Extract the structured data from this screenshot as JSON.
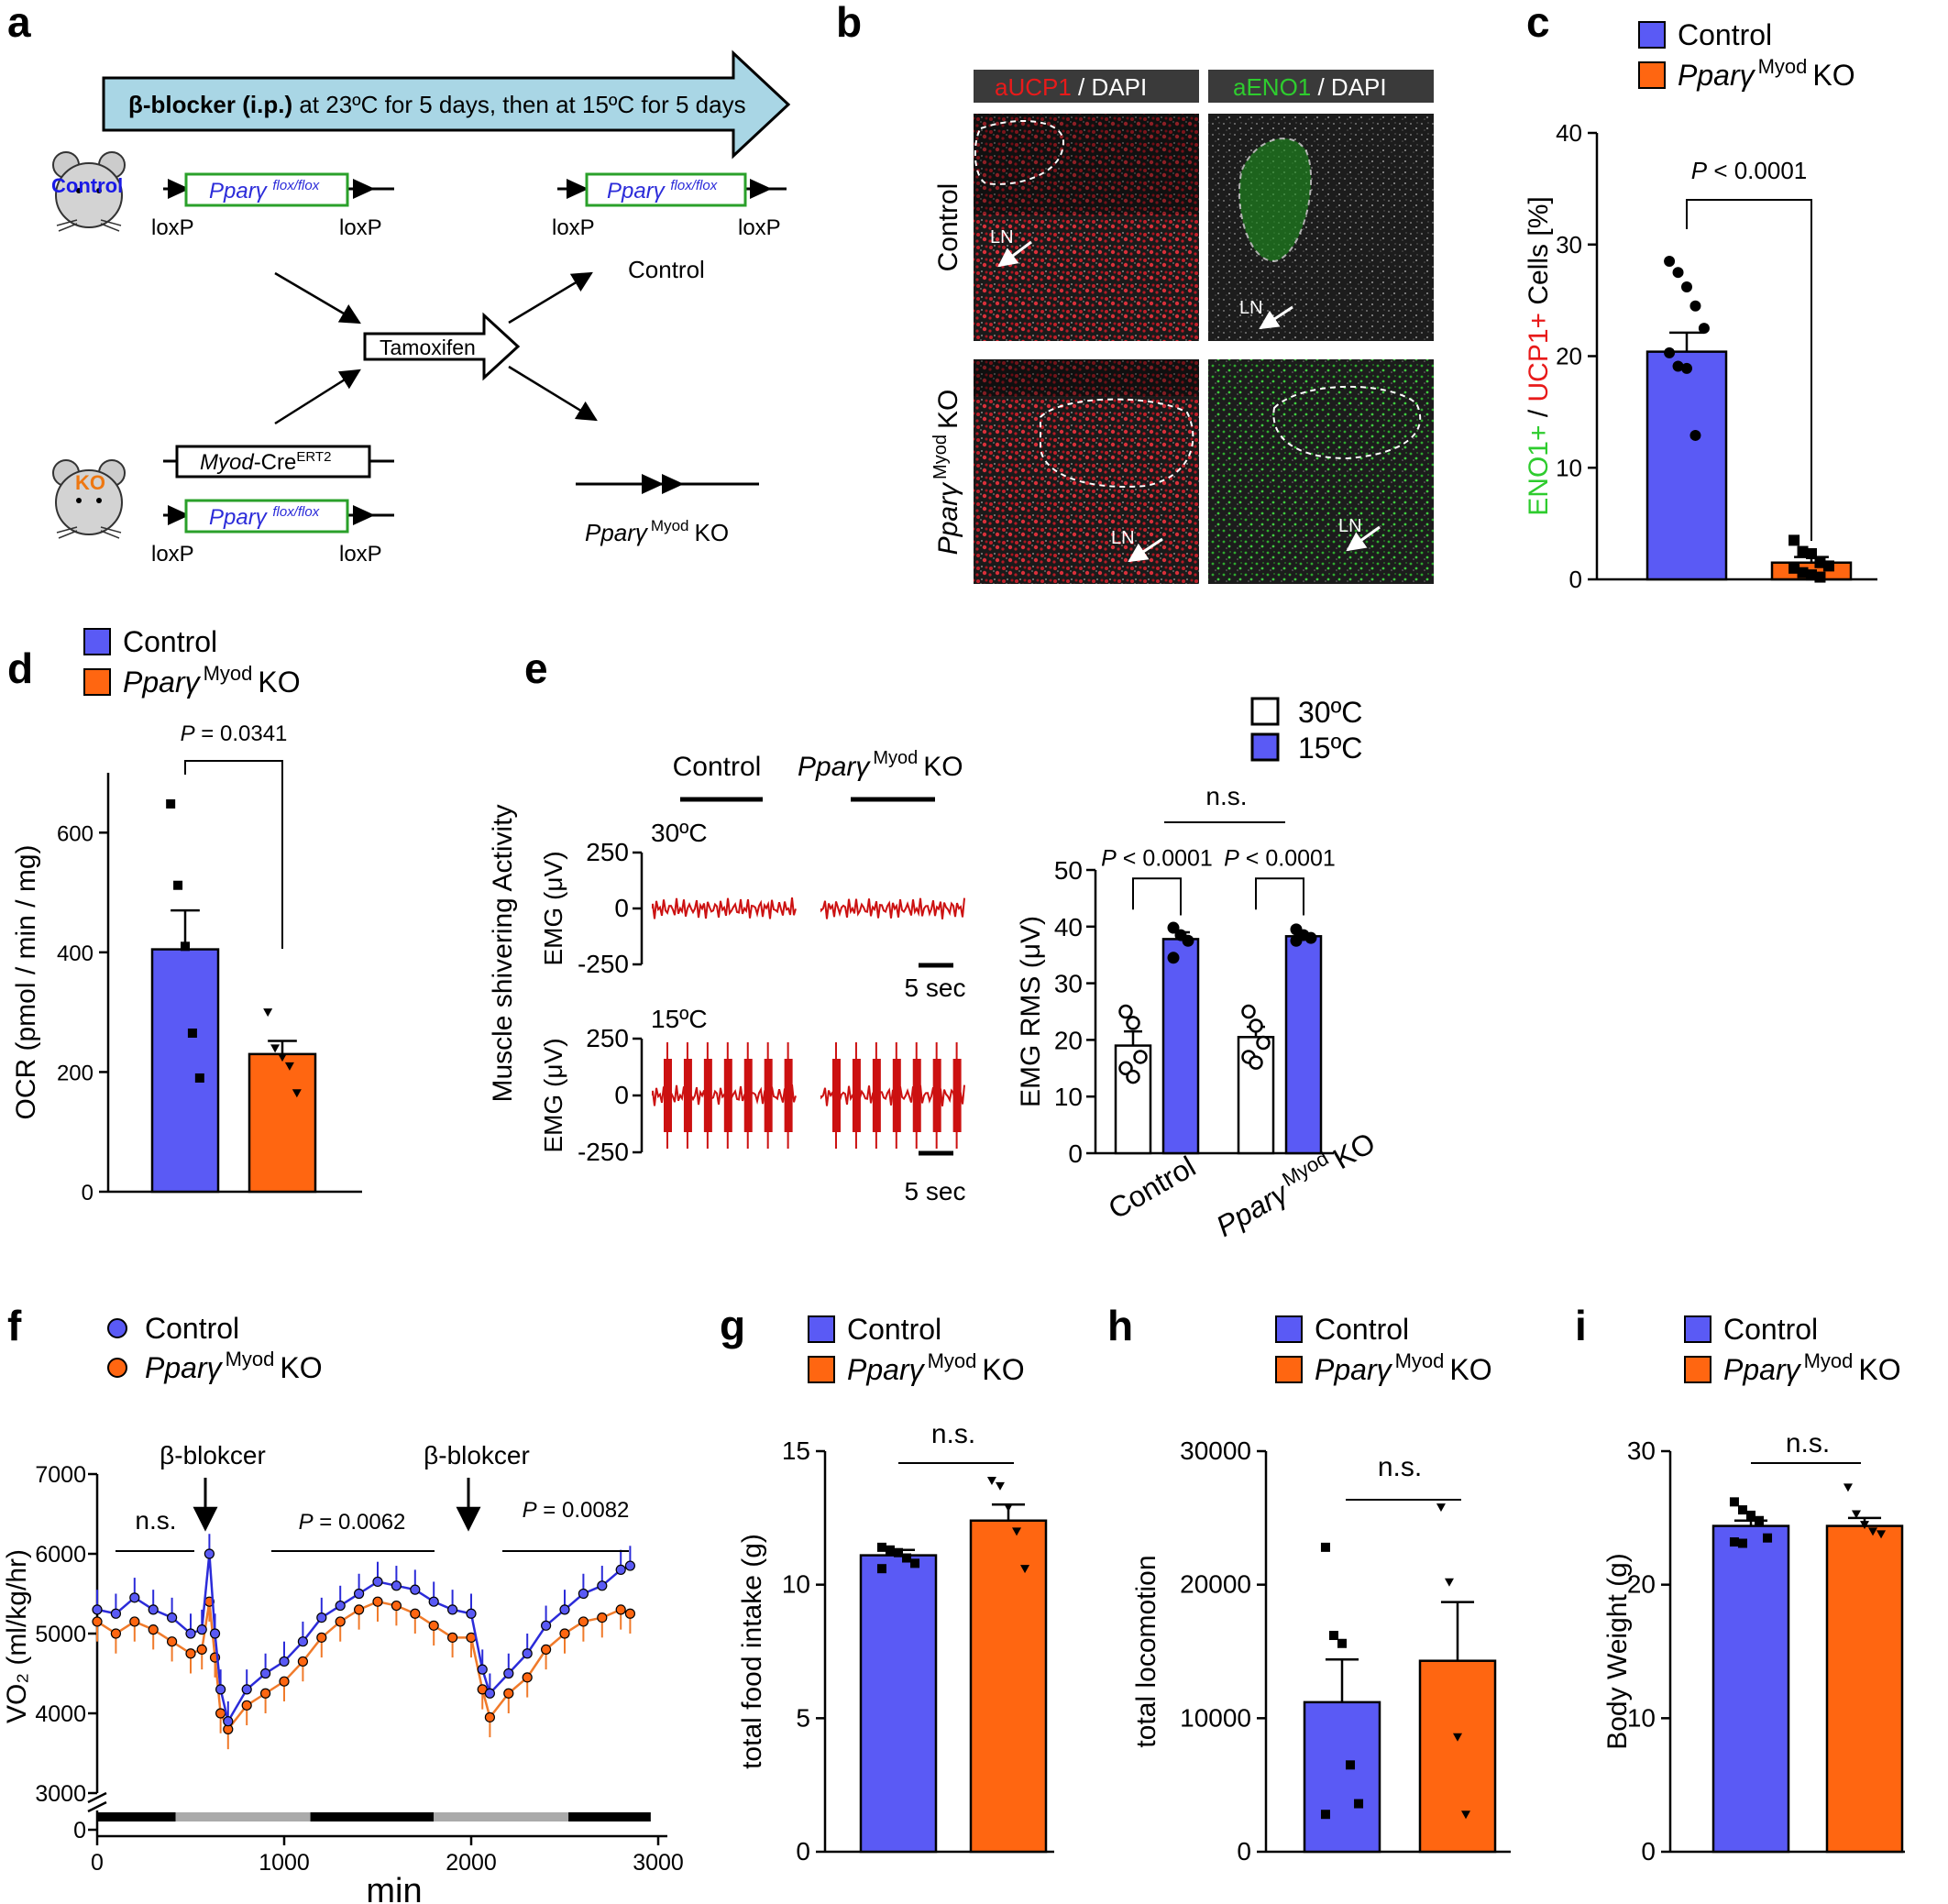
{
  "colors": {
    "control": "#5a5af5",
    "ko": "#ff6611",
    "control_line": "#2b2bd9",
    "ko_line": "#f07a2a",
    "trace": "#cc1111",
    "arrow_fill": "#a9d6e5",
    "green": "#2ecc2e",
    "red": "#e81a1a",
    "blue_text": "#1a1ae6",
    "orange_text": "#ee7711"
  },
  "common": {
    "control": "Control",
    "ko_gene": "Pparγ",
    "ko_sup": "Myod",
    "ko_suffix": "KO",
    "ns": "n.s.",
    "ln": "LN"
  },
  "panels": {
    "a": {
      "letter": "a",
      "arrow_bold": "β-blocker (i.p.)",
      "arrow_text": " at 23ºC for 5 days, then at 15ºC for 5 days",
      "mouse_control": "Control",
      "mouse_ko": "KO",
      "allele": "Pparγ",
      "allele_sup": "flox/flox",
      "loxp": "loxP",
      "tamoxifen": "Tamoxifen",
      "cre_it": "Myod",
      "cre": "-Cre",
      "cre_sup": "ERT2",
      "result_control": "Control"
    },
    "b": {
      "letter": "b",
      "header1_colored": "aUCP1",
      "header1_rest": " / DAPI",
      "header2_colored": "aENO1",
      "header2_rest": " / DAPI",
      "row1": "Control"
    },
    "c": {
      "letter": "c"
    },
    "d": {
      "letter": "d"
    },
    "e": {
      "letter": "e",
      "t30": "30ºC",
      "t15": "15ºC",
      "five_sec": "5 sec"
    },
    "f": {
      "letter": "f",
      "blocker1": "β-blokcer",
      "blocker2": "β-blokcer",
      "p1": "P = 0.0062",
      "p2": "P = 0.0082"
    },
    "g": {
      "letter": "g"
    },
    "h": {
      "letter": "h"
    },
    "i": {
      "letter": "i"
    }
  },
  "chart_data": [
    {
      "id": "c",
      "type": "bar",
      "ylabel_parts": [
        "ENO1+",
        " / ",
        "UCP1+",
        " Cells [%]"
      ],
      "ylim": [
        0,
        40
      ],
      "yticks": [
        0,
        10,
        20,
        30,
        40
      ],
      "categories": [
        "Control",
        "Pparγ Myod KO"
      ],
      "values": [
        20.4,
        1.5
      ],
      "errors": [
        1.7,
        0.5
      ],
      "points": [
        [
          28.5,
          27.5,
          26.2,
          24.5,
          22.5,
          20.3,
          19.1,
          18.9,
          12.9
        ],
        [
          3.5,
          2.5,
          2.3,
          1.5,
          1.2,
          1.0,
          0.6,
          0.4,
          0.2
        ]
      ],
      "annotation": "P < 0.0001"
    },
    {
      "id": "d",
      "type": "bar",
      "ylabel": "OCR (pmol / min / mg)",
      "ylim": [
        0,
        700
      ],
      "yticks": [
        0,
        200,
        400,
        600
      ],
      "categories": [
        "Control",
        "Pparγ Myod KO"
      ],
      "values": [
        405,
        230
      ],
      "errors": [
        65,
        22
      ],
      "points": [
        [
          648,
          512,
          410,
          265,
          190
        ],
        [
          300,
          240,
          225,
          210,
          165
        ]
      ],
      "annotation": "P = 0.0341"
    },
    {
      "id": "e",
      "type": "bar",
      "ylabel": "EMG RMS (μV)",
      "ylim": [
        0,
        50
      ],
      "yticks": [
        0,
        10,
        20,
        30,
        40,
        50
      ],
      "categories": [
        "Control",
        "Pparγ Myod KO"
      ],
      "series": [
        {
          "name": "30ºC",
          "values": [
            19,
            20.5
          ],
          "errors": [
            2.5,
            1.8
          ],
          "points": [
            [
              25,
              23,
              17,
              15,
              13.5
            ],
            [
              25,
              22.5,
              19.5,
              17,
              16
            ]
          ]
        },
        {
          "name": "15ºC",
          "values": [
            37.8,
            38.3
          ],
          "errors": [
            1.2,
            0.5
          ],
          "points": [
            [
              39.8,
              38.5,
              37.5,
              34.5
            ],
            [
              39.5,
              38.5,
              38,
              37.5
            ]
          ]
        }
      ],
      "annotations": [
        "P < 0.0001",
        "P < 0.0001",
        "n.s."
      ]
    },
    {
      "id": "e_traces",
      "type": "line",
      "ylabel": "Muscle shivering Activity",
      "trace_ylabel": "EMG (μV)",
      "yticks": [
        250,
        0,
        -250
      ]
    },
    {
      "id": "f",
      "type": "line",
      "xlabel": "min",
      "ylabel": "VO₂ (ml/kg/hr)",
      "xlim": [
        0,
        3000
      ],
      "xticks": [
        0,
        1000,
        2000,
        3000
      ],
      "ylim": [
        3000,
        7000
      ],
      "yticks": [
        3000,
        4000,
        5000,
        6000,
        7000
      ],
      "ybreak_tick": 0,
      "series": [
        {
          "name": "Control",
          "x": [
            0,
            100,
            200,
            300,
            400,
            500,
            560,
            600,
            630,
            660,
            700,
            800,
            900,
            1000,
            1100,
            1200,
            1300,
            1400,
            1500,
            1600,
            1700,
            1800,
            1900,
            2000,
            2060,
            2100,
            2200,
            2300,
            2400,
            2500,
            2600,
            2700,
            2800,
            2850
          ],
          "y": [
            5300,
            5250,
            5450,
            5300,
            5200,
            5000,
            5050,
            6000,
            5000,
            4300,
            3900,
            4300,
            4500,
            4650,
            4900,
            5200,
            5350,
            5500,
            5650,
            5600,
            5550,
            5400,
            5300,
            5250,
            4550,
            4250,
            4500,
            4750,
            5100,
            5300,
            5500,
            5600,
            5800,
            5850
          ]
        },
        {
          "name": "Pparγ Myod KO",
          "x": [
            0,
            100,
            200,
            300,
            400,
            500,
            560,
            600,
            630,
            660,
            700,
            800,
            900,
            1000,
            1100,
            1200,
            1300,
            1400,
            1500,
            1600,
            1700,
            1800,
            1900,
            2000,
            2060,
            2100,
            2200,
            2300,
            2400,
            2500,
            2600,
            2700,
            2800,
            2850
          ],
          "y": [
            5150,
            5000,
            5150,
            5050,
            4900,
            4750,
            4800,
            5400,
            4700,
            4000,
            3800,
            4100,
            4250,
            4400,
            4650,
            4950,
            5150,
            5300,
            5400,
            5350,
            5250,
            5100,
            4950,
            4950,
            4300,
            3950,
            4250,
            4450,
            4800,
            5000,
            5150,
            5200,
            5300,
            5250
          ]
        }
      ],
      "annotations": [
        "n.s.",
        "P = 0.0062",
        "P = 0.0082"
      ]
    },
    {
      "id": "g",
      "type": "bar",
      "ylabel": "total food intake (g)",
      "ylim": [
        0,
        15
      ],
      "yticks": [
        0,
        5,
        10,
        15
      ],
      "categories": [
        "Control",
        "Pparγ Myod KO"
      ],
      "values": [
        11.1,
        12.4
      ],
      "errors": [
        0.2,
        0.6
      ],
      "points": [
        [
          11.4,
          11.3,
          11.2,
          11.0,
          10.8,
          10.6
        ],
        [
          13.9,
          13.7,
          12.9,
          12.0,
          10.6
        ]
      ],
      "annotation": "n.s."
    },
    {
      "id": "h",
      "type": "bar",
      "ylabel": "total locomotion",
      "ylim": [
        0,
        30000
      ],
      "yticks": [
        0,
        10000,
        20000,
        30000
      ],
      "categories": [
        "Control",
        "Pparγ Myod KO"
      ],
      "values": [
        11200,
        14300
      ],
      "errors": [
        3200,
        4400
      ],
      "points": [
        [
          22800,
          16200,
          15600,
          6500,
          3600,
          2800
        ],
        [
          25800,
          20200,
          8600,
          2800
        ]
      ],
      "annotation": "n.s."
    },
    {
      "id": "i",
      "type": "bar",
      "ylabel": "Body Weight (g)",
      "ylim": [
        0,
        30
      ],
      "yticks": [
        0,
        10,
        20,
        30
      ],
      "categories": [
        "Control",
        "Pparγ Myod KO"
      ],
      "values": [
        24.4,
        24.4
      ],
      "errors": [
        0.4,
        0.6
      ],
      "points": [
        [
          26.2,
          25.6,
          25.2,
          24.8,
          23.5,
          23.2,
          23.1
        ],
        [
          27.3,
          25.3,
          24.5,
          24.0,
          23.8
        ]
      ],
      "annotation": "n.s."
    }
  ]
}
